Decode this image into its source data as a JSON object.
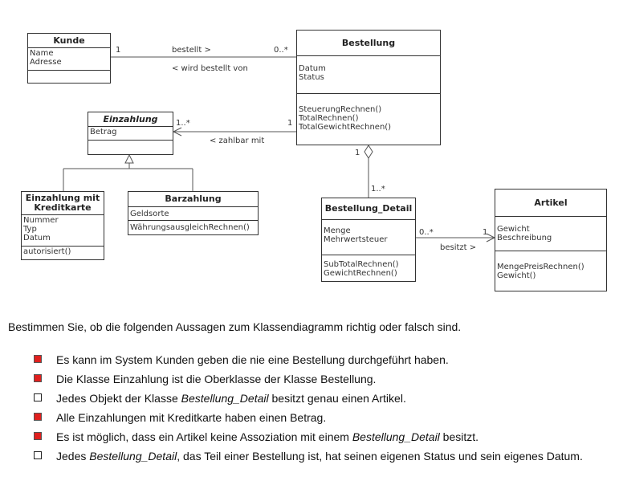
{
  "classes": {
    "kunde": {
      "name": "Kunde",
      "attributes": [
        "Name",
        "Adresse"
      ],
      "operations": []
    },
    "bestellung": {
      "name": "Bestellung",
      "attributes": [
        "Datum",
        "Status"
      ],
      "operations": [
        "SteuerungRechnen()",
        "TotalRechnen()",
        "TotalGewichtRechnen()"
      ]
    },
    "einzahlung": {
      "name": "Einzahlung",
      "attributes": [
        "Betrag"
      ],
      "operations": []
    },
    "einzahlung_kredit": {
      "name_line1": "Einzahlung mit",
      "name_line2": "Kreditkarte",
      "attributes": [
        "Nummer",
        "Typ",
        "Datum"
      ],
      "operations": [
        "autorisiert()"
      ]
    },
    "barzahlung": {
      "name": "Barzahlung",
      "attributes": [
        "Geldsorte"
      ],
      "operations": [
        "WährungsausgleichRechnen()"
      ]
    },
    "bestellung_detail": {
      "name": "Bestellung_Detail",
      "attributes": [
        "Menge",
        "Mehrwertsteuer"
      ],
      "operations": [
        "SubTotalRechnen()",
        "GewichtRechnen()"
      ]
    },
    "artikel": {
      "name": "Artikel",
      "attributes": [
        "Gewicht",
        "Beschreibung"
      ],
      "operations": [
        "MengePreisRechnen()",
        "Gewicht()"
      ]
    }
  },
  "associations": {
    "kunde_bestellung": {
      "mult_left": "1",
      "mult_right": "0..*",
      "label_forward": "bestellt >",
      "label_backward": "< wird bestellt von"
    },
    "einzahlung_bestellung": {
      "mult_left": "1..*",
      "mult_right": "1",
      "label": "< zahlbar mit"
    },
    "bestellung_detail": {
      "mult_top": "1",
      "mult_bottom": "1..*"
    },
    "detail_artikel": {
      "mult_left": "0..*",
      "mult_right": "1",
      "label": "besitzt >"
    }
  },
  "question": "Bestimmen Sie, ob die folgenden Aussagen zum Klassendiagramm richtig oder falsch sind.",
  "statements": [
    {
      "text": "Es kann im System Kunden geben die nie eine Bestellung durchgeführt haben.",
      "checked": true
    },
    {
      "text": "Die Klasse Einzahlung ist die Oberklasse der Klasse Bestellung.",
      "checked": true
    },
    {
      "pre": "Jedes Objekt der Klasse ",
      "em": "Bestellung_Detail",
      "post": " besitzt genau einen Artikel.",
      "checked": false
    },
    {
      "text": "Alle Einzahlungen mit Kreditkarte haben einen Betrag.",
      "checked": true
    },
    {
      "pre": "Es ist möglich, dass ein Artikel keine Assoziation mit einem ",
      "em": "Bestellung_Detail",
      "post": " besitzt.",
      "checked": true
    },
    {
      "pre": "Jedes ",
      "em": "Bestellung_Detail",
      "post": ", das Teil einer Bestellung ist, hat seinen eigenen Status und sein eigenes Datum.",
      "checked": false
    }
  ]
}
